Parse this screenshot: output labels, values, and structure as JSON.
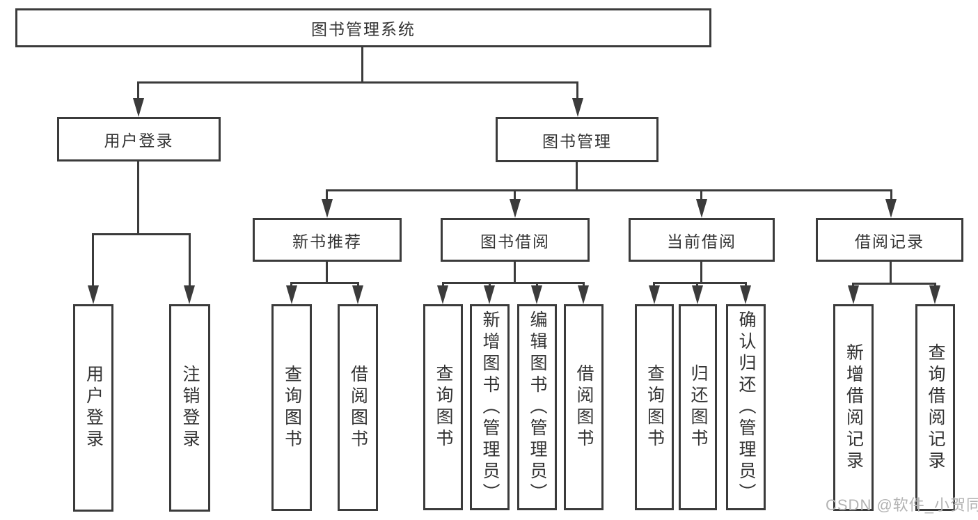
{
  "diagram": {
    "root": {
      "label": "图书管理系统"
    },
    "branches": [
      {
        "label": "用户登录",
        "children": [
          {
            "label": "用户登录"
          },
          {
            "label": "注销登录"
          }
        ]
      },
      {
        "label": "图书管理",
        "children": [
          {
            "label": "新书推荐",
            "children": [
              {
                "label": "查询图书"
              },
              {
                "label": "借阅图书"
              }
            ]
          },
          {
            "label": "图书借阅",
            "children": [
              {
                "label": "查询图书"
              },
              {
                "label": "新增图书（管理员）"
              },
              {
                "label": "编辑图书（管理员）"
              },
              {
                "label": "借阅图书"
              }
            ]
          },
          {
            "label": "当前借阅",
            "children": [
              {
                "label": "查询图书"
              },
              {
                "label": "归还图书"
              },
              {
                "label": "确认归还（管理员）"
              }
            ]
          },
          {
            "label": "借阅记录",
            "children": [
              {
                "label": "新增借阅记录"
              },
              {
                "label": "查询借阅记录"
              }
            ]
          }
        ]
      }
    ]
  },
  "watermark": {
    "text": "CSDN @软件_小贺同学"
  },
  "colors": {
    "line": "#3b3b3b",
    "text": "#333333",
    "background": "#ffffff",
    "watermark": "#b3b3b3"
  }
}
